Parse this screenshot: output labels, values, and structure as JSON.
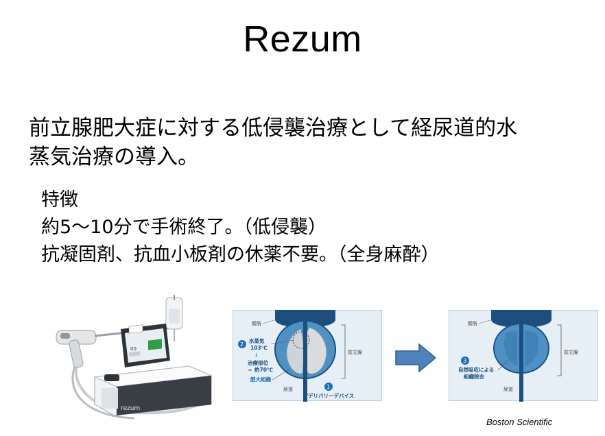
{
  "slide": {
    "title": "Rezum",
    "intro_lines": [
      "前立腺肥大症に対する低侵襲治療として経尿道的水",
      "蒸気治療の導入。"
    ],
    "features": [
      "特徴",
      "約5～10分で手術終了。（低侵襲）",
      "抗凝固剤、抗血小板剤の休薬不要。（全身麻酔）"
    ],
    "device": {
      "brand": "rezum",
      "screen_value": "00"
    },
    "diagram_before": {
      "bladder": "膀胱",
      "step2_num": "2",
      "vapor_label": "水蒸気",
      "vapor_temp": "103℃",
      "site_label": "治療部位",
      "site_temp": "約70℃",
      "tissue_label": "肥大組織",
      "urethra": "尿道",
      "prostate": "前立腺",
      "step1_num": "1",
      "device_label": "デリバリーデバイス"
    },
    "diagram_after": {
      "bladder": "膀胱",
      "prostate": "前立腺",
      "urethra": "尿道",
      "step3_num": "3",
      "absorb_line1": "自然吸収による",
      "absorb_line2": "組織除去"
    },
    "credit": "Boston Scientific",
    "colors": {
      "diagram_bg": "#e6eff5",
      "prostate_fill": "#4e91c2",
      "dark_blue": "#1c4f80",
      "label_blue": "#1d6fb8",
      "arrow": "#4f81bd",
      "device_panel": "#2e3338"
    }
  }
}
